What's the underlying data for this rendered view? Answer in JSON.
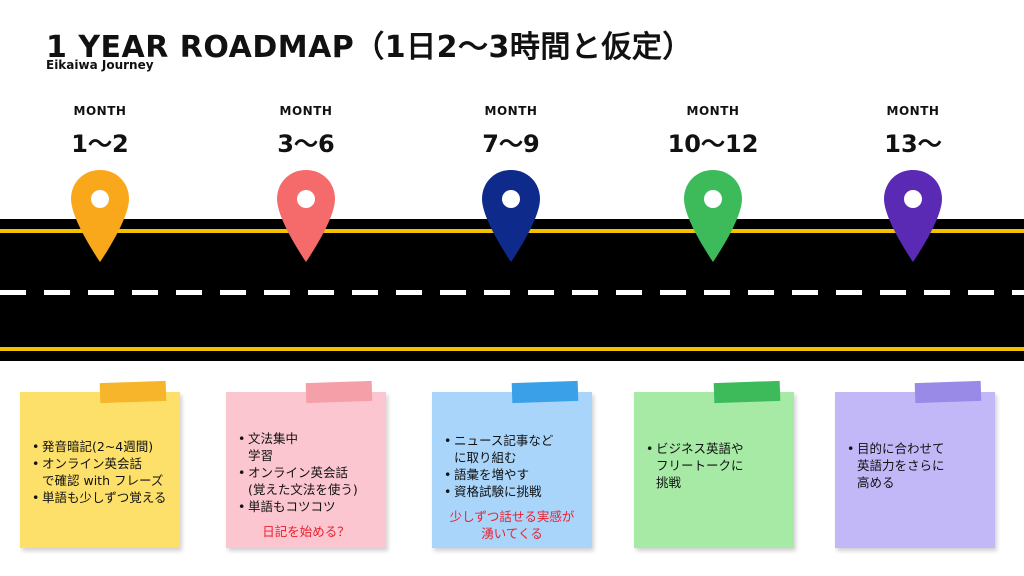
{
  "header": {
    "title": "1 YEAR ROADMAP（1日2～3時間と仮定）",
    "subtitle": "Eikaiwa Journey"
  },
  "colors": {
    "road": "#000000",
    "road_edge": "#f2c200",
    "road_dash": "#ffffff",
    "pins": [
      "#f9a81b",
      "#f56a6a",
      "#0e2a8a",
      "#3dbb5b",
      "#5b2ab5"
    ],
    "notes": [
      "#fde06a",
      "#fcc6d0",
      "#a9d5fb",
      "#a6eaa6",
      "#c3b8f7"
    ],
    "tapes": [
      "#f7b52c",
      "#f5a0a8",
      "#3aa0e8",
      "#3dbb5b",
      "#9a8ae8"
    ],
    "highlight_text": "#e8212f"
  },
  "timeline": [
    {
      "month_label": "MONTH",
      "range": "1～2",
      "pin_icon": "map-pin-icon",
      "note": {
        "items": [
          "発音暗記(2~4週間)",
          "オンライン英会話\nで確認 with フレーズ",
          "単語も少しずつ覚える"
        ],
        "highlight": ""
      }
    },
    {
      "month_label": "MONTH",
      "range": "3～6",
      "pin_icon": "map-pin-icon",
      "note": {
        "items": [
          "文法集中\n学習",
          "オンライン英会話\n(覚えた文法を使う)",
          "単語もコツコツ"
        ],
        "highlight": "日記を始める？"
      }
    },
    {
      "month_label": "MONTH",
      "range": "7～9",
      "pin_icon": "map-pin-icon",
      "note": {
        "items": [
          "ニュース記事など\nに取り組む",
          "語彙を増やす",
          "資格試験に挑戦"
        ],
        "highlight": "少しずつ話せる実感が\n湧いてくる"
      }
    },
    {
      "month_label": "MONTH",
      "range": "10～12",
      "pin_icon": "map-pin-icon",
      "note": {
        "items": [
          "ビジネス英語や\nフリートークに\n挑戦"
        ],
        "highlight": ""
      }
    },
    {
      "month_label": "MONTH",
      "range": "13～",
      "pin_icon": "map-pin-icon",
      "note": {
        "items": [
          "目的に合わせて\n英語力をさらに\n高める"
        ],
        "highlight": ""
      }
    }
  ]
}
